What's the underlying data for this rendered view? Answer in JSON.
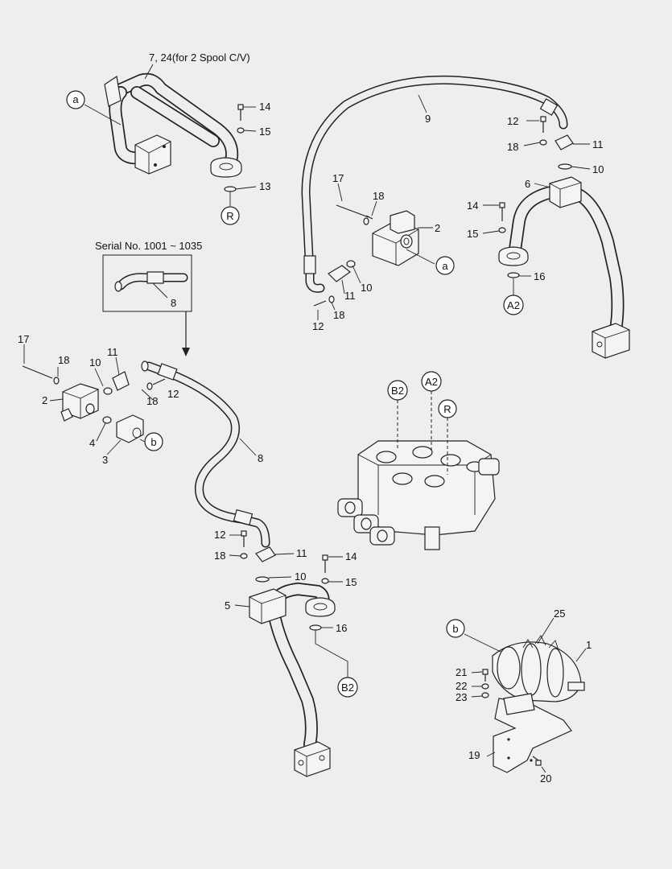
{
  "labels": {
    "top_pipe": "7, 24(for 2 Spool C/V)",
    "serial_note": "Serial No. 1001 ~ 1035",
    "p1": "1",
    "p2": "2",
    "p3": "3",
    "p4": "4",
    "p5": "5",
    "p6": "6",
    "p8": "8",
    "p9": "9",
    "p10": "10",
    "p11": "11",
    "p12": "12",
    "p13": "13",
    "p14": "14",
    "p15": "15",
    "p16": "16",
    "p17": "17",
    "p18": "18",
    "p19": "19",
    "p20": "20",
    "p21": "21",
    "p22": "22",
    "p23": "23",
    "p25": "25"
  },
  "callouts": {
    "a": "a",
    "b": "b",
    "R": "R",
    "A2": "A2",
    "B2": "B2"
  }
}
